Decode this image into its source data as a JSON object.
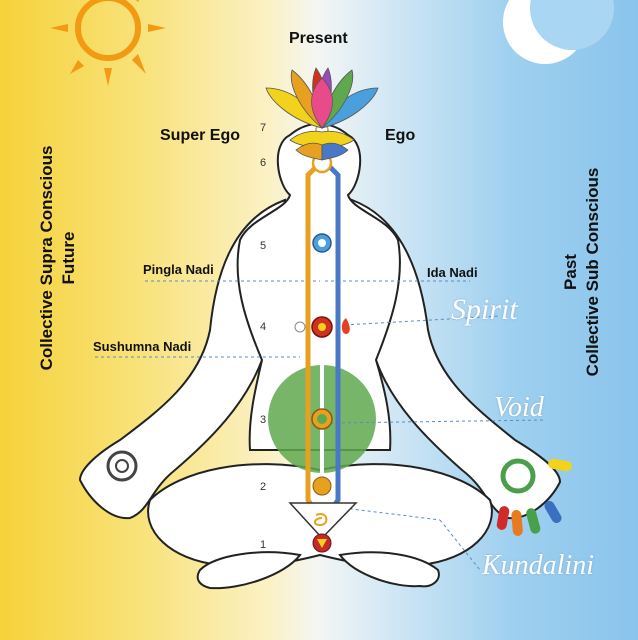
{
  "labels": {
    "present": "Present",
    "super_ego": "Super Ego",
    "ego": "Ego",
    "pingla_nadi": "Pingla Nadi",
    "ida_nadi": "Ida Nadi",
    "sushumna_nadi": "Sushumna Nadi",
    "spirit": "Spirit",
    "void": "Void",
    "kundalini": "Kundalini"
  },
  "left_side": {
    "line1": "Collective Supra Conscious",
    "line2": "Future"
  },
  "right_side": {
    "line1": "Past",
    "line2": "Collective Sub Conscious"
  },
  "chakra_numbers": [
    "7",
    "6",
    "5",
    "4",
    "3",
    "2",
    "1"
  ],
  "colors": {
    "sun": "#f29a14",
    "moon": "#ffffff",
    "pingla_channel": "#e8a020",
    "ida_channel": "#4a78c8",
    "sushumna_channel": "#ffffff",
    "void_circle": "#5fa84e",
    "outline": "#222222"
  }
}
